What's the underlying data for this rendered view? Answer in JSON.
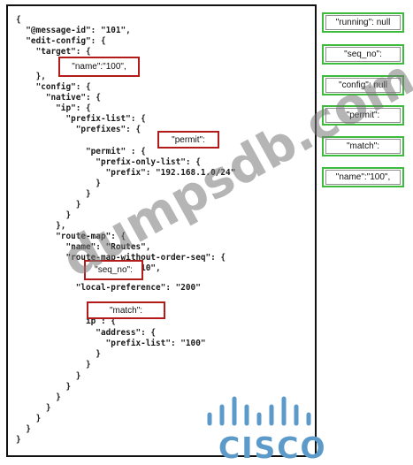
{
  "code_lines": [
    "{",
    "  \"@message-id\": \"101\",",
    "  \"edit-config\": {",
    "    \"target\": {",
    "                                ",
    "    },",
    "    \"config\": {",
    "      \"native\": {",
    "        \"ip\": {",
    "          \"prefix-list\": {",
    "            \"prefixes\": {",
    "                                 ",
    "              \"permit\" : {",
    "                \"prefix-only-list\": {",
    "                  \"prefix\": \"192.168.1.0/24\"",
    "                }",
    "              }",
    "            }",
    "          }",
    "        },",
    "        \"route-map\": {",
    "          \"name\": \"Routes\",",
    "          \"route-map-without-order-seq\": {",
    "                        \"10\",",
    "            \"local-preference\": \"200\"",
    "                          {",
    "              ip : {",
    "                \"address\": {",
    "                  \"prefix-list\": \"100\"",
    "                }",
    "              }",
    "            }",
    "          }",
    "        }",
    "      }",
    "    }",
    "  }",
    "}"
  ],
  "drop_slots": [
    "\"name\":\"100\",",
    "\"permit\":",
    "\"seq_no\":",
    "\"match\":"
  ],
  "answer_options": [
    "\"running\": null",
    "\"seq_no\":",
    "\"config\": null",
    "\"permit\":",
    "\"match\":",
    "\"name\":\"100\","
  ],
  "watermark_text": "dumpsdb.com",
  "brand": {
    "name": "CISCO",
    "logo_icon": "cisco-bridge-icon",
    "color": "#5b9ac9"
  },
  "colors": {
    "slot_border": "#b31b1b",
    "option_border": "#3dbb3d"
  }
}
